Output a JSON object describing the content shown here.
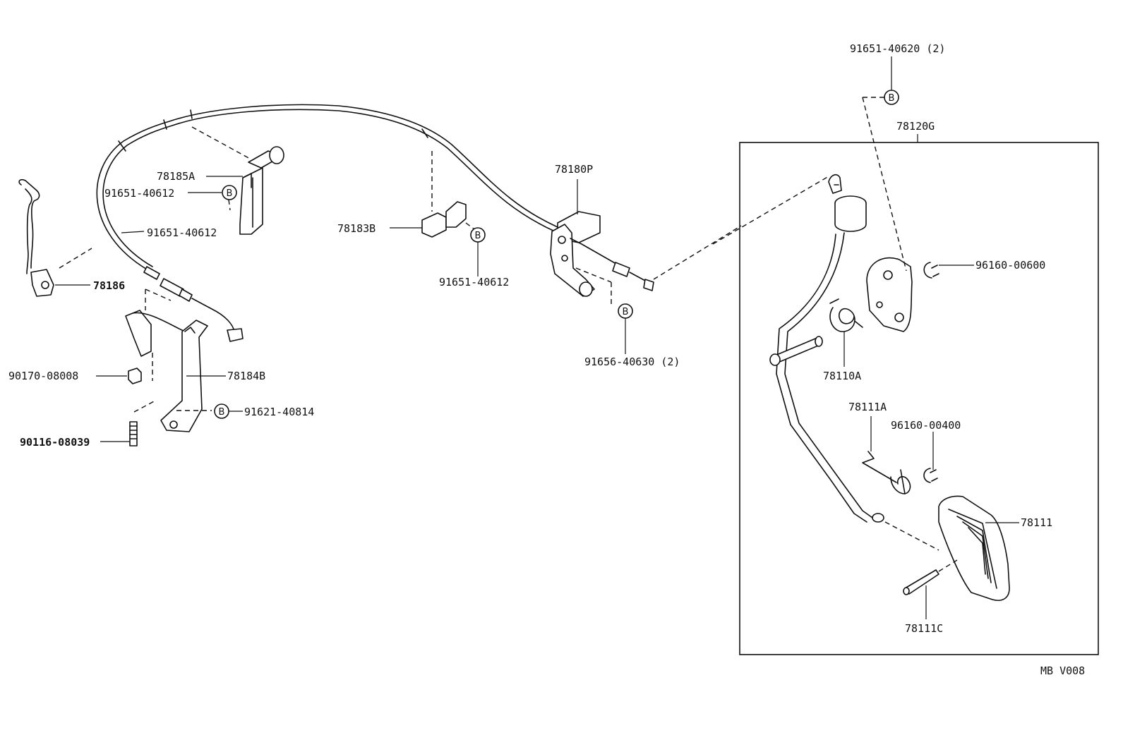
{
  "labels": {
    "p78186": "78186",
    "p91651_40612_a": "91651-40612",
    "p91651_40612_b": "91651-40612",
    "p91651_40612_c": "91651-40612",
    "p78185A": "78185A",
    "p90170_08008": "90170-08008",
    "p78184B": "78184B",
    "p91621_40814": "91621-40814",
    "p90116_08039": "90116-08039",
    "p78183B": "78183B",
    "p78180P": "78180P",
    "p91656_40630": "91656-40630 (2)",
    "p91651_40620": "91651-40620 (2)",
    "p78120G": "78120G",
    "p96160_00600": "96160-00600",
    "p78110A": "78110A",
    "p78111A": "78111A",
    "p96160_00400": "96160-00400",
    "p78111": "78111",
    "p78111C": "78111C",
    "diagram_code": "MB  V008"
  },
  "bolt_marker": "B"
}
